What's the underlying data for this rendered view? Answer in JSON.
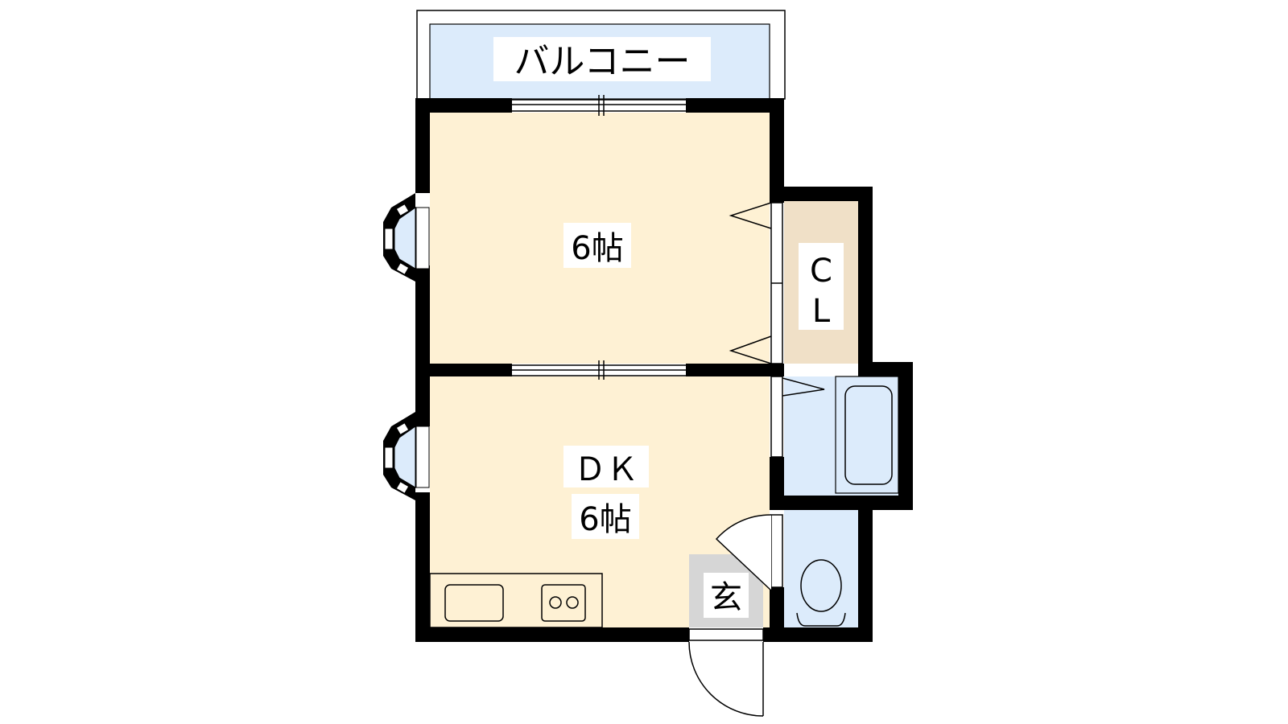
{
  "labels": {
    "balcony": "バルコニー",
    "room1": "6帖",
    "closet_top": "C",
    "closet_bottom": "L",
    "dk_top": "ＤＫ",
    "dk_bottom": "6帖",
    "entrance": "玄"
  },
  "colors": {
    "room_fill": "#fef1d4",
    "wet_fill": "#dcebfb",
    "closet_fill": "#f0e0c7",
    "entrance_fill": "#d6d6d6",
    "wall": "#000000",
    "label_bg": "#ffffff"
  }
}
